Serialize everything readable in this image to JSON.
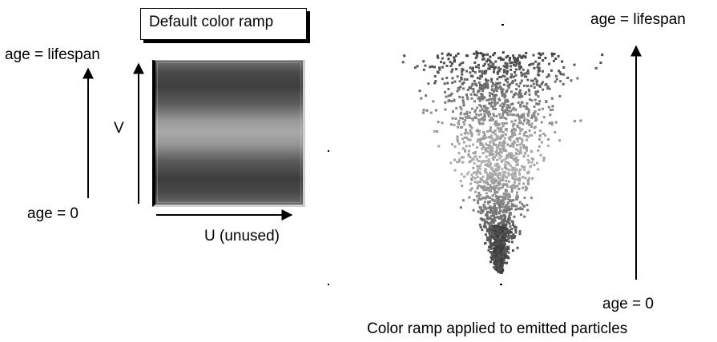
{
  "left_panel": {
    "title": "Default color ramp",
    "top_label": "age = lifespan",
    "bottom_label": "age = 0",
    "v_label": "V",
    "u_label": "U (unused)"
  },
  "right_panel": {
    "top_label": "age = lifespan",
    "bottom_label": "age = 0",
    "caption": "Color ramp applied to emitted particles"
  },
  "colors": {
    "ramp_dark": "#3e3e3e",
    "ramp_light": "#a8a8a8"
  }
}
